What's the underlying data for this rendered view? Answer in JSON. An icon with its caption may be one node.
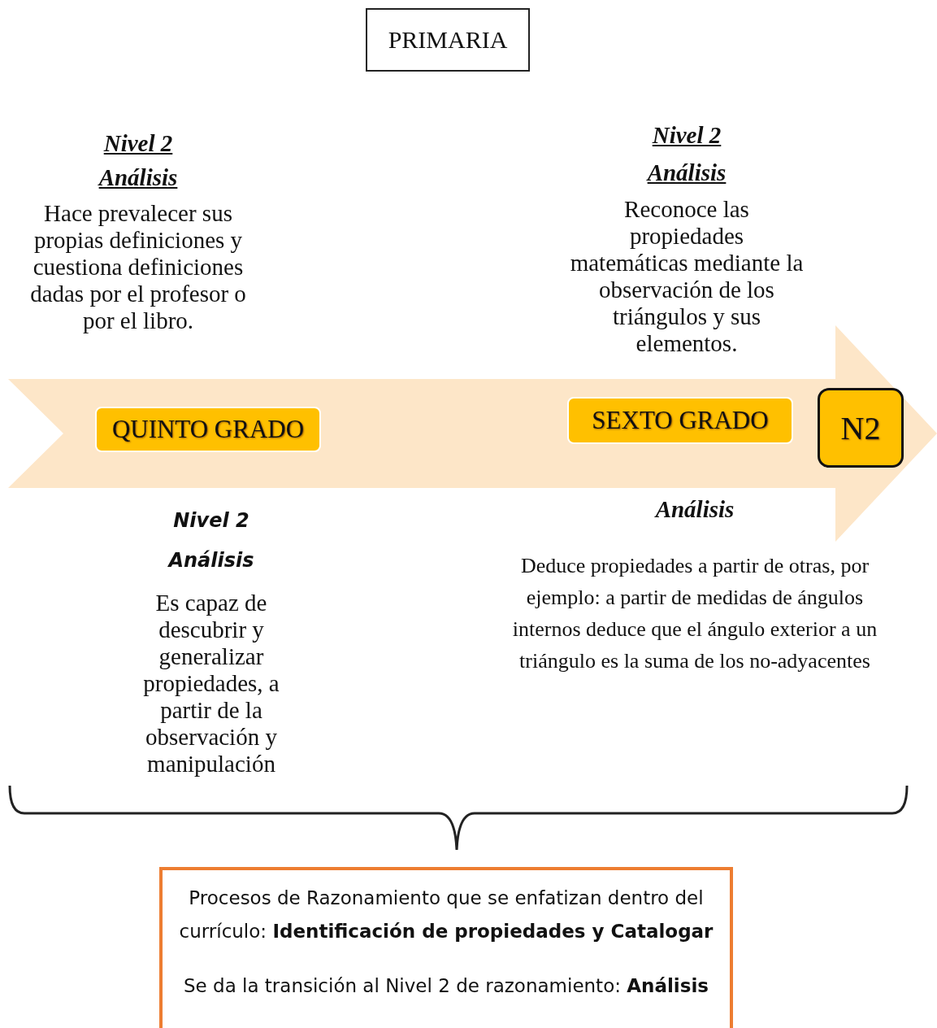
{
  "diagram": {
    "nodes": [
      {
        "text": [
          "PRIMARIA"
        ]
      },
      {
        "text": [
          "QUINTO GRADO"
        ]
      },
      {
        "text": [
          "SEXTO GRADO"
        ]
      },
      {
        "text": [
          "N2"
        ]
      },
      {
        "text": [
          "Procesos de Razonamiento que se enfatizan dentro del currículo: **Identificación de propiedades y Catalogar**",
          "Se da la transición al Nivel 2 de razonamiento: **Análisis**"
        ]
      }
    ],
    "edges": [],
    "labels": [
      "Nivel 2",
      "Análisis",
      "Hace prevalecer sus propias definiciones y cuestiona definiciones dadas por el profesor o por el libro.",
      "Nivel 2",
      "Análisis",
      "Reconoce las propiedades matemáticas mediante la observación de los triángulos y sus elementos.",
      "Nivel 2",
      "Análisis",
      "Es capaz de descubrir y generalizar propiedades, a partir de la observación y manipulación",
      "Análisis",
      "Deduce propiedades a partir de otras, por ejemplo: a partir de medidas de ángulos internos deduce que el ángulo exterior a un triángulo es la suma de los no-adyacentes"
    ]
  }
}
